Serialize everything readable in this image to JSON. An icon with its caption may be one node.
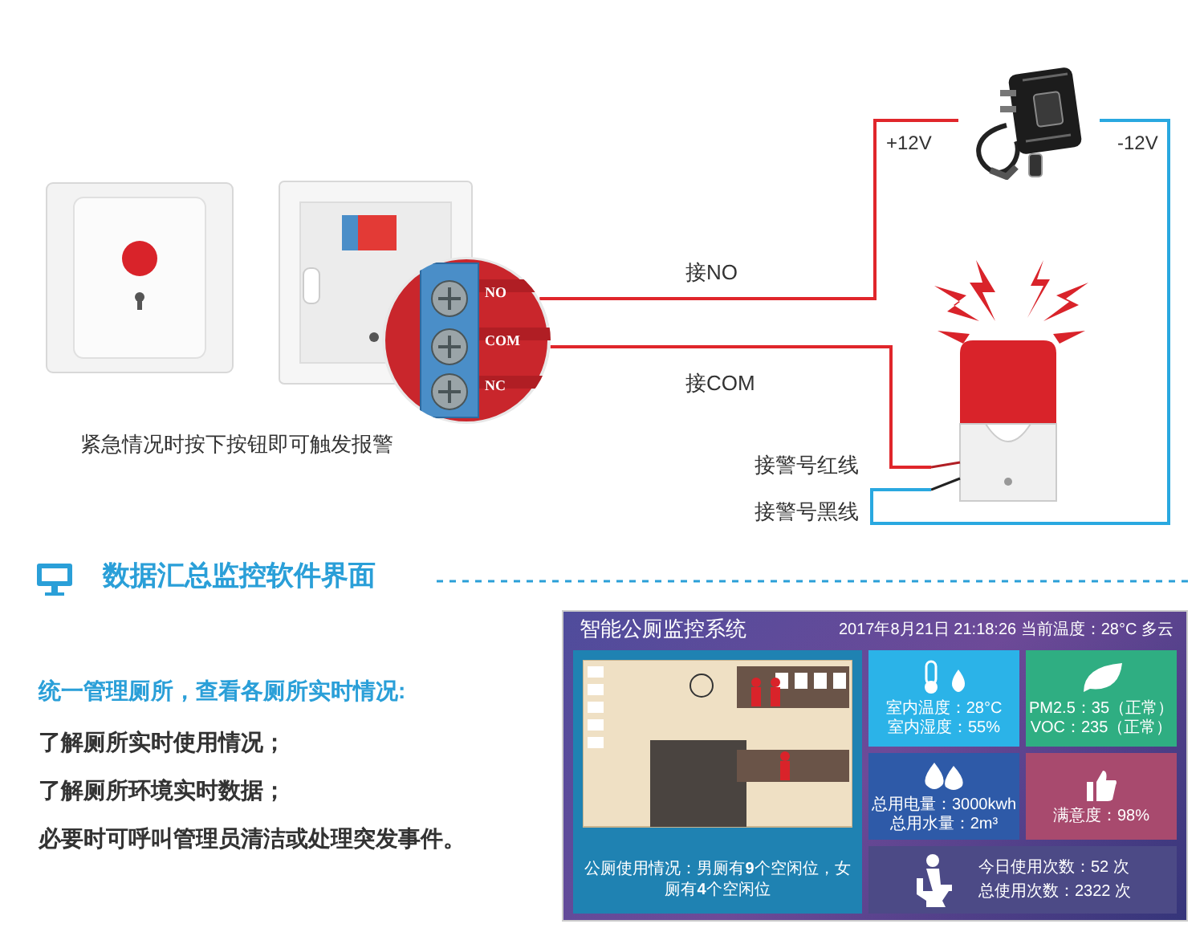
{
  "diagram": {
    "title": "数据汇总监控软件界面",
    "nodes": [
      {
        "text": [],
        "shape": "picture"
      },
      {
        "text": [],
        "shape": "picture"
      },
      {
        "text": [
          "NO",
          "COM",
          "NC"
        ]
      },
      {
        "text": [],
        "shape": "picture"
      },
      {
        "text": [],
        "shape": "picture"
      },
      {
        "text": [
          "智能公厕监控系统",
          "2017年8月21日  21:18:26  当前温度：28°C  多云"
        ]
      },
      {
        "text": [
          "公厕使用情况：男厕有**9**个空闲位，女厕有**4**个空闲位"
        ],
        "in": 5
      },
      {
        "text": [
          "室内温度：28°C",
          "室内湿度：55%"
        ],
        "in": 5
      },
      {
        "text": [
          "PM2.5：35（正常）",
          "VOC：235（正常）"
        ],
        "in": 5
      },
      {
        "text": [
          "总用电量：3000kwh",
          "总用水量：2m³"
        ],
        "in": 5
      },
      {
        "text": [
          "满意度：98%"
        ],
        "in": 5
      },
      {
        "text": [
          "今日使用次数：52 次",
          "总使用次数：2322 次"
        ],
        "in": 5
      }
    ],
    "edges": [
      {
        "from": 2,
        "to": 3,
        "arrow": "none",
        "label": "接NO"
      },
      {
        "from": 2,
        "to": 4,
        "arrow": "none",
        "label": "接COM"
      },
      {
        "from": 3,
        "to": 4,
        "arrow": "none",
        "color": "#29a8e0"
      }
    ],
    "labels": [
      "+12V",
      "-12V",
      "接警号红线",
      "接警号黑线",
      "紧急情况时按下按钮即可触发报警",
      "统一管理厕所，查看各厕所实时情况:",
      "了解厕所实时使用情况；",
      "了解厕所环境实时数据；",
      "必要时可呼叫管理员清洁或处理突发事件。"
    ]
  }
}
